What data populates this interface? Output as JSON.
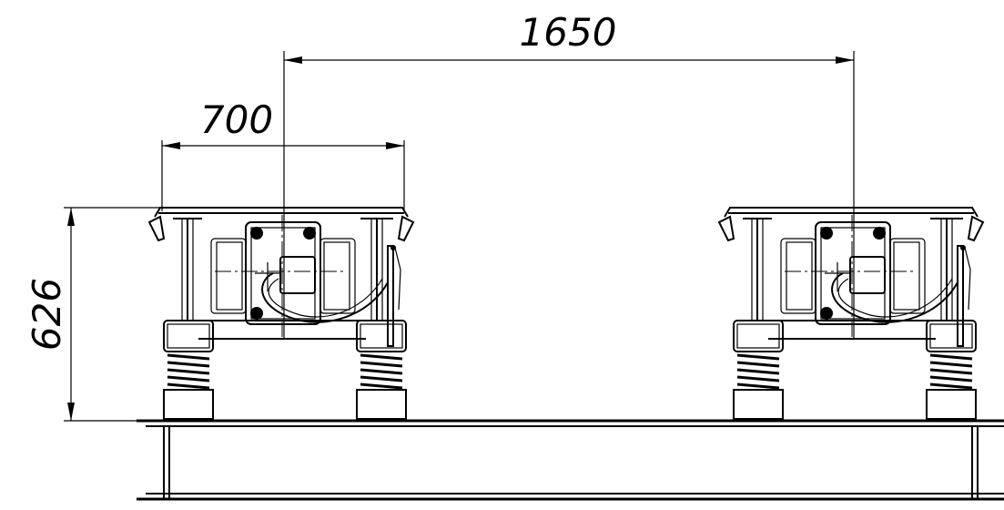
{
  "dimensions": {
    "overall_span": "1650",
    "platform_width": "700",
    "height": "626"
  }
}
